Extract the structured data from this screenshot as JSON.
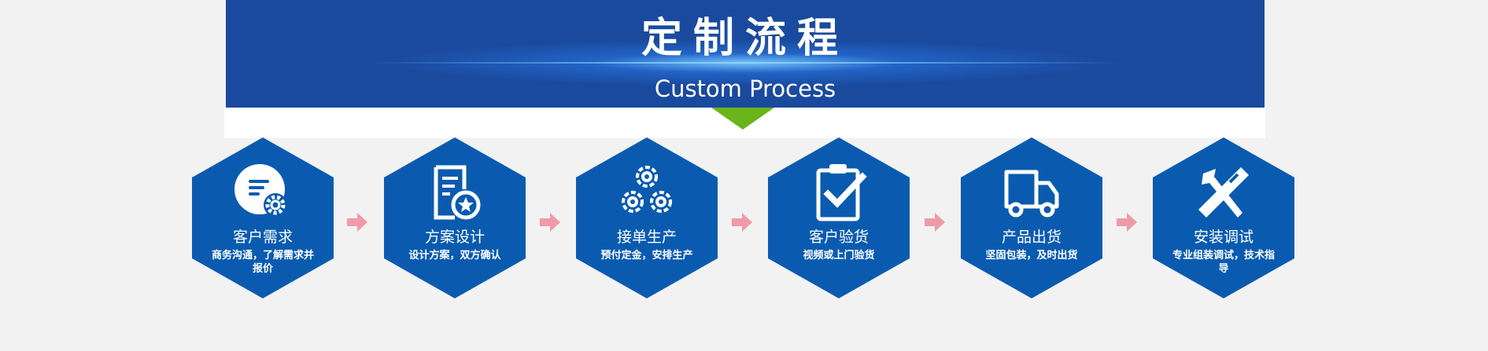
{
  "header": {
    "title_cn": "定制流程",
    "title_en": "Custom Process"
  },
  "colors": {
    "banner": "#1a4a9e",
    "hexagon": "#0a5bb0",
    "pointer": "#6ab41c",
    "arrow": "#f09aa8",
    "background": "#f2f2f2"
  },
  "steps": [
    {
      "label": "客户需求",
      "desc": "商务沟通，了解需求并报价",
      "icon": "chat-gear-icon"
    },
    {
      "label": "方案设计",
      "desc": "设计方案，双方确认",
      "icon": "document-star-icon"
    },
    {
      "label": "接单生产",
      "desc": "预付定金，安排生产",
      "icon": "gears-icon"
    },
    {
      "label": "客户验货",
      "desc": "视频或上门验货",
      "icon": "clipboard-check-icon"
    },
    {
      "label": "产品出货",
      "desc": "坚固包装，及时出货",
      "icon": "truck-icon"
    },
    {
      "label": "安装调试",
      "desc": "专业组装调试，技术指导",
      "icon": "tools-icon"
    }
  ]
}
